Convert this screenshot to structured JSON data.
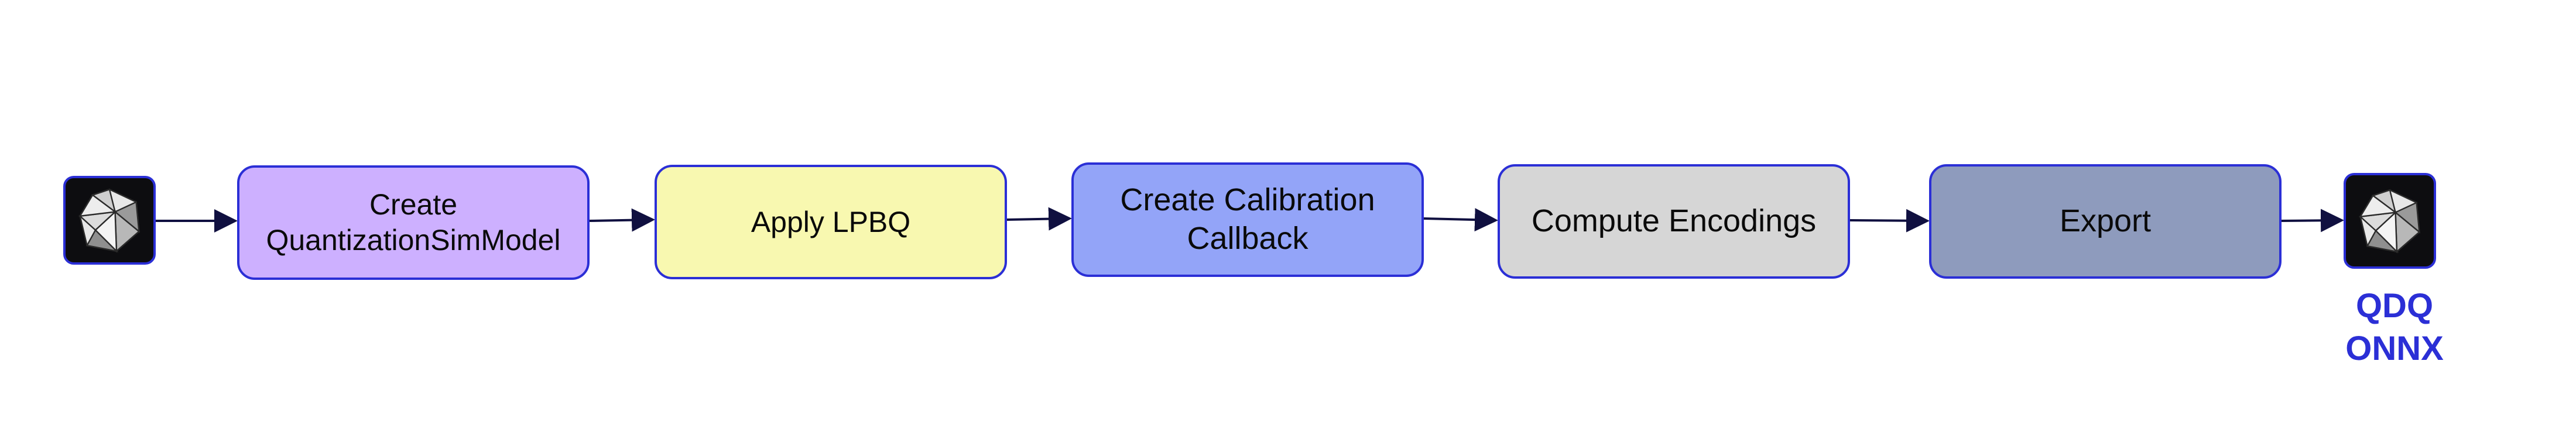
{
  "diagram": {
    "steps": [
      {
        "lines": [
          "Create",
          "QuantizationSimModel"
        ],
        "fill": "#cdb0ff"
      },
      {
        "lines": [
          "Apply LPBQ"
        ],
        "fill": "#f8f8b0"
      },
      {
        "lines": [
          "Create Calibration",
          "Callback"
        ],
        "fill": "#93a4f8"
      },
      {
        "lines": [
          "Compute Encodings"
        ],
        "fill": "#d6d6d6"
      },
      {
        "lines": [
          "Export"
        ],
        "fill": "#8e9bbd"
      }
    ],
    "input_icon": "onnx-model-icon",
    "output_icon": "onnx-model-icon",
    "output_label": [
      "QDQ",
      "ONNX"
    ],
    "colors": {
      "border": "#2b2fd6",
      "arrow": "#101040",
      "icon_bg": "#0d0d10",
      "label": "#2b2fd6"
    }
  }
}
